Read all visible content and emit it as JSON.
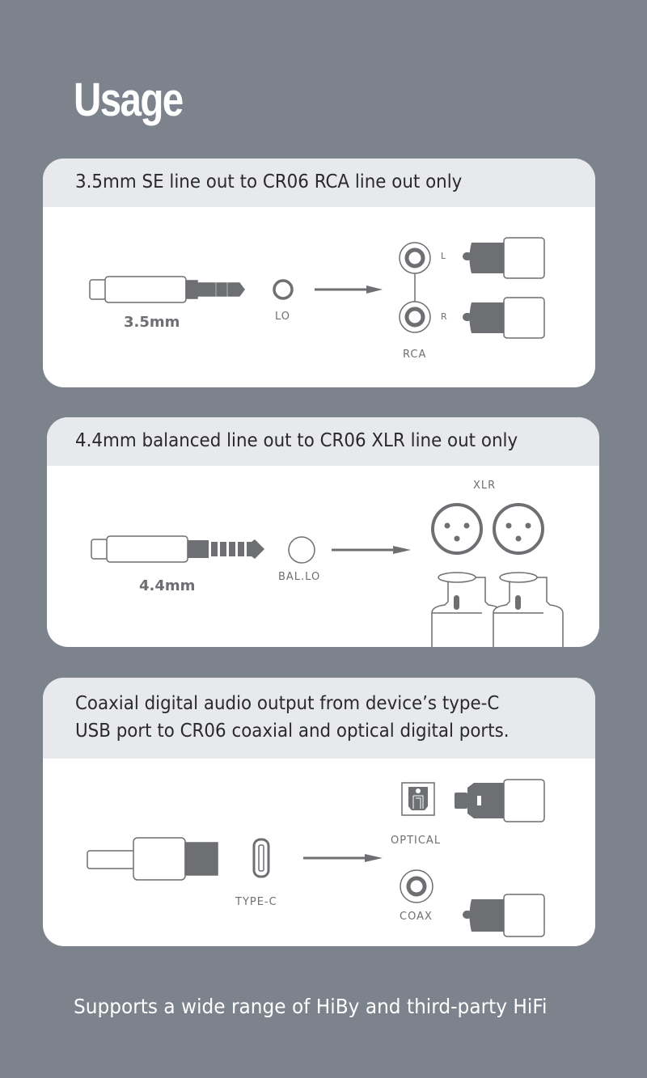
{
  "page": {
    "title": "Usage",
    "footer": "Supports a wide range of HiBy and third-party HiFi"
  },
  "colors": {
    "background": "#7d838c",
    "card_body": "#ffffff",
    "card_header": "#e8e9ec",
    "icon_gray": "#6d6f73"
  },
  "cards": [
    {
      "heading": "3.5mm SE line out to CR06 RCA line out only",
      "source_plug_label": "3.5mm",
      "source_port_label": "LO",
      "target_group_label": "RCA",
      "target_ports": [
        {
          "label": "L",
          "icon": "rca-jack-icon"
        },
        {
          "label": "R",
          "icon": "rca-jack-icon"
        }
      ],
      "icons": [
        "3.5mm-plug-icon",
        "lo-port-icon",
        "arrow-right-icon",
        "rca-plug-icon"
      ]
    },
    {
      "heading": "4.4mm balanced line out to CR06 XLR line out only",
      "source_plug_label": "4.4mm",
      "source_port_label": "BAL.LO",
      "target_group_label": "XLR",
      "icons": [
        "4.4mm-plug-icon",
        "bal-lo-port-icon",
        "arrow-right-icon",
        "xlr-jack-icon",
        "xlr-plug-icon"
      ]
    },
    {
      "heading_line1": "Coaxial digital audio output from device’s type-C",
      "heading_line2": "USB port to CR06 coaxial and optical digital ports.",
      "source_port_label": "TYPE-C",
      "target_ports": [
        {
          "label": "OPTICAL",
          "icon": "optical-port-icon"
        },
        {
          "label": "COAX",
          "icon": "coax-port-icon"
        }
      ],
      "icons": [
        "usb-c-plug-icon",
        "type-c-port-icon",
        "arrow-right-icon",
        "toslink-plug-icon",
        "rca-plug-icon"
      ]
    }
  ]
}
